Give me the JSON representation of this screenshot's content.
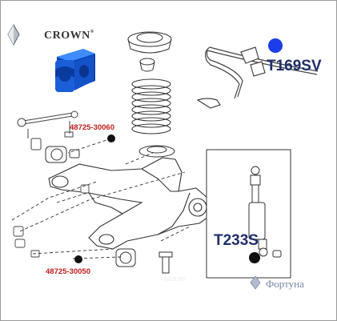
{
  "brand": {
    "name": "CROWN",
    "registered_mark": "®",
    "logo_icon": "crown-emblem-icon"
  },
  "callouts": [
    {
      "code": "T169SV",
      "marker_color": "#1a3ee8"
    },
    {
      "code": "T233S",
      "marker_color": "#111111"
    }
  ],
  "part_numbers": [
    {
      "number": "48725-30060",
      "marker_color": "#111111"
    },
    {
      "number": "48725-30050",
      "marker_color": "#111111"
    }
  ],
  "watermark": {
    "text": "Фортуна",
    "logo_icon": "fortuna-logo-icon"
  },
  "faint_watermark": "fora.ru",
  "colors": {
    "bushing_blue": "#1a5fd8",
    "label_navy": "#1f2f6b",
    "part_number_red": "#c21d1d"
  }
}
